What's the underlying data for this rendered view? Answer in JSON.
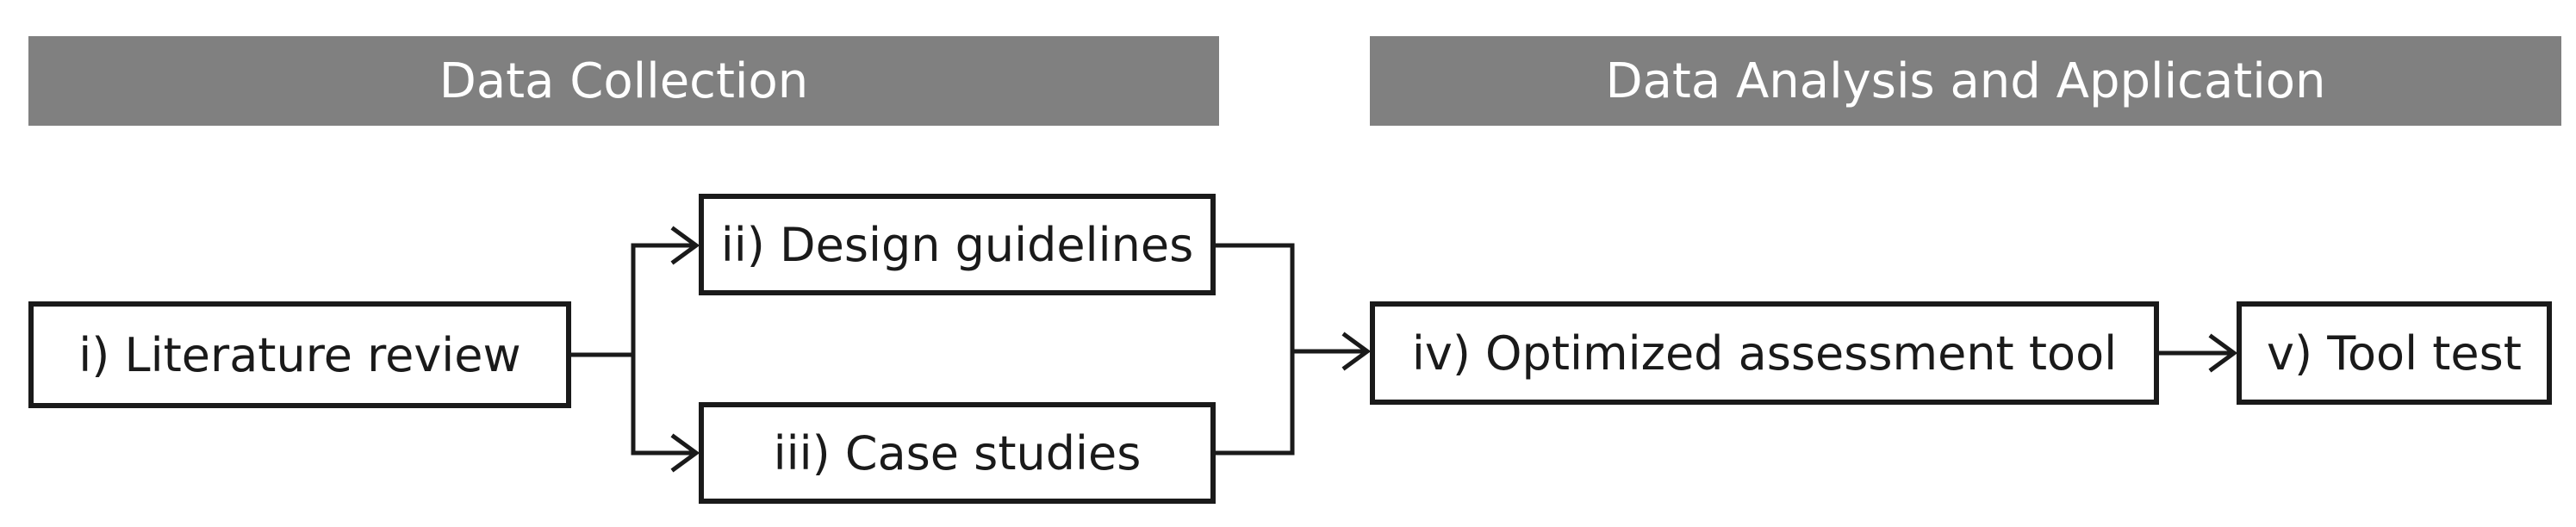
{
  "headers": {
    "collection": "Data Collection",
    "analysis": "Data Analysis and Application"
  },
  "steps": {
    "literature_review": "i) Literature review",
    "design_guidelines": "ii) Design guidelines",
    "case_studies": "iii) Case studies",
    "optimized_tool": "iv) Optimized assessment tool",
    "tool_test": "v) Tool test"
  },
  "colors": {
    "header_bg": "#808080",
    "header_text": "#ffffff",
    "box_border": "#1a1a1a",
    "line": "#1a1a1a"
  }
}
